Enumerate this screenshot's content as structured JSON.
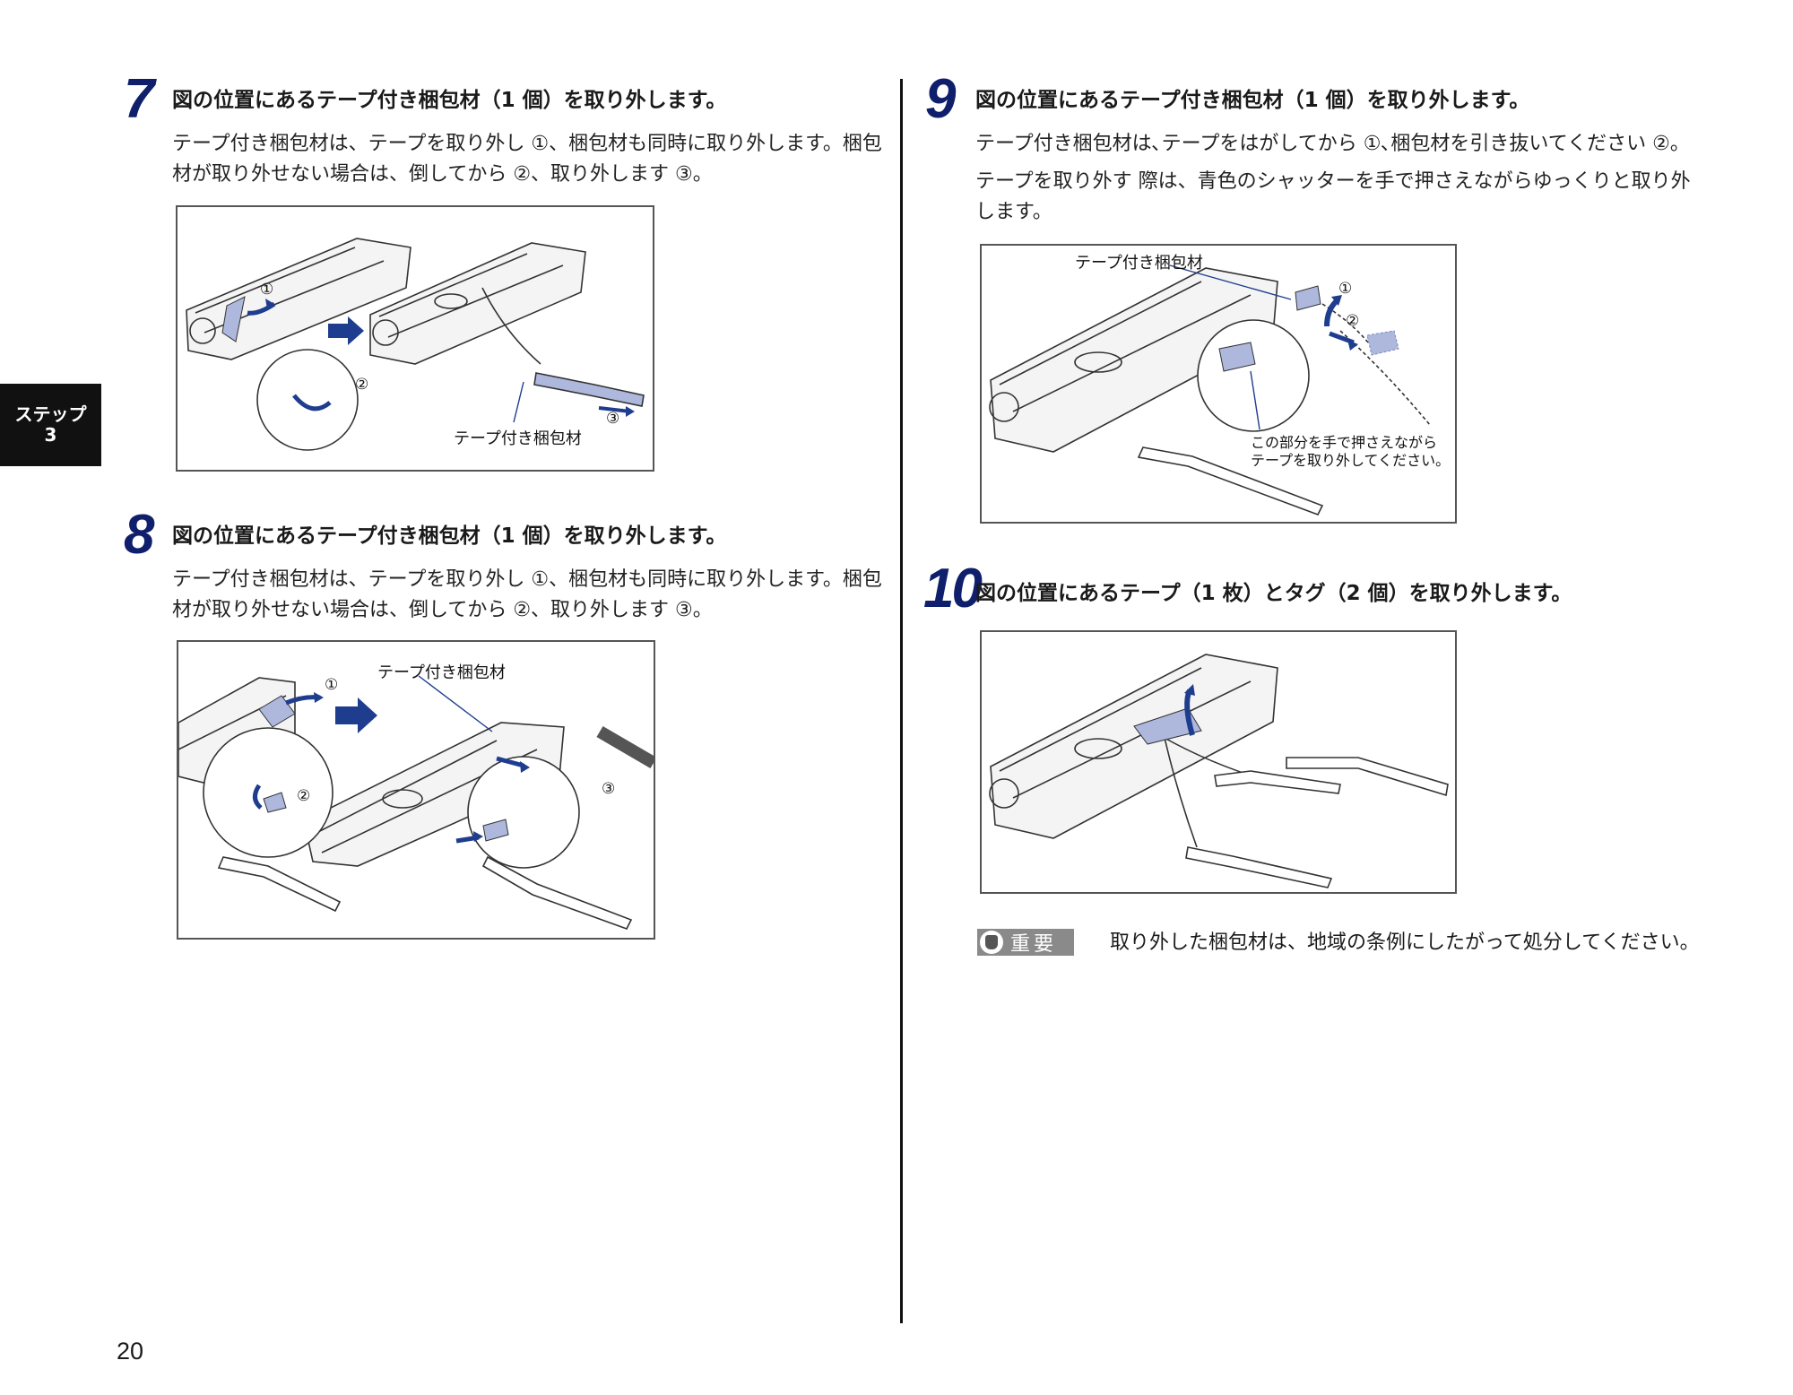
{
  "side_tab": {
    "line1": "ステップ",
    "line2": "3"
  },
  "page_number": "20",
  "steps": [
    {
      "number": "7",
      "title": "図の位置にあるテープ付き梱包材（1 個）を取り外します。",
      "paragraphs": [
        "テープ付き梱包材は、テープを取り外し ①、梱包材も同時に取り外します。梱包材が取り外せない場合は、倒してから ②、取り外します ③。"
      ],
      "figure": {
        "labels": [
          "テープ付き梱包材"
        ],
        "callouts": [
          "①",
          "②",
          "③"
        ]
      }
    },
    {
      "number": "8",
      "title": "図の位置にあるテープ付き梱包材（1 個）を取り外します。",
      "paragraphs": [
        "テープ付き梱包材は、テープを取り外し ①、梱包材も同時に取り外します。梱包材が取り外せない場合は、倒してから ②、取り外します ③。"
      ],
      "figure": {
        "labels": [
          "テープ付き梱包材"
        ],
        "callouts": [
          "①",
          "②",
          "③"
        ]
      }
    },
    {
      "number": "9",
      "title": "図の位置にあるテープ付き梱包材（1 個）を取り外します。",
      "paragraphs": [
        "テープ付き梱包材は､テープをはがしてから ①､梱包材を引き抜いてください ②。",
        "テープを取り外す 際は、青色のシャッターを手で押さえながらゆっくりと取り外します。"
      ],
      "figure": {
        "labels": [
          "テープ付き梱包材",
          "この部分を手で押さえながら",
          "テープを取り外してください。"
        ],
        "callouts": [
          "①",
          "②"
        ]
      }
    },
    {
      "number": "10",
      "title": "図の位置にあるテープ（1 枚）とタグ（2 個）を取り外します。",
      "paragraphs": [],
      "figure": {
        "labels": [],
        "callouts": []
      }
    }
  ],
  "important": {
    "label": "重要",
    "text": "取り外した梱包材は、地域の条例にしたがって処分してください。"
  },
  "colors": {
    "accent_blue": "#1f3d8f",
    "tape_fill": "#aeb8dd",
    "step_number": "#0f1f6b"
  }
}
